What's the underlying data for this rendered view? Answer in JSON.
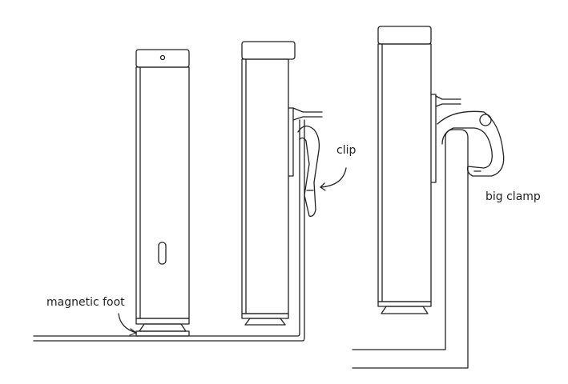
{
  "labels": {
    "magnetic_foot": "magnetic foot",
    "clip": "clip",
    "big_clamp": "big clamp"
  },
  "colors": {
    "stroke": "#222222",
    "background": "#ffffff"
  }
}
